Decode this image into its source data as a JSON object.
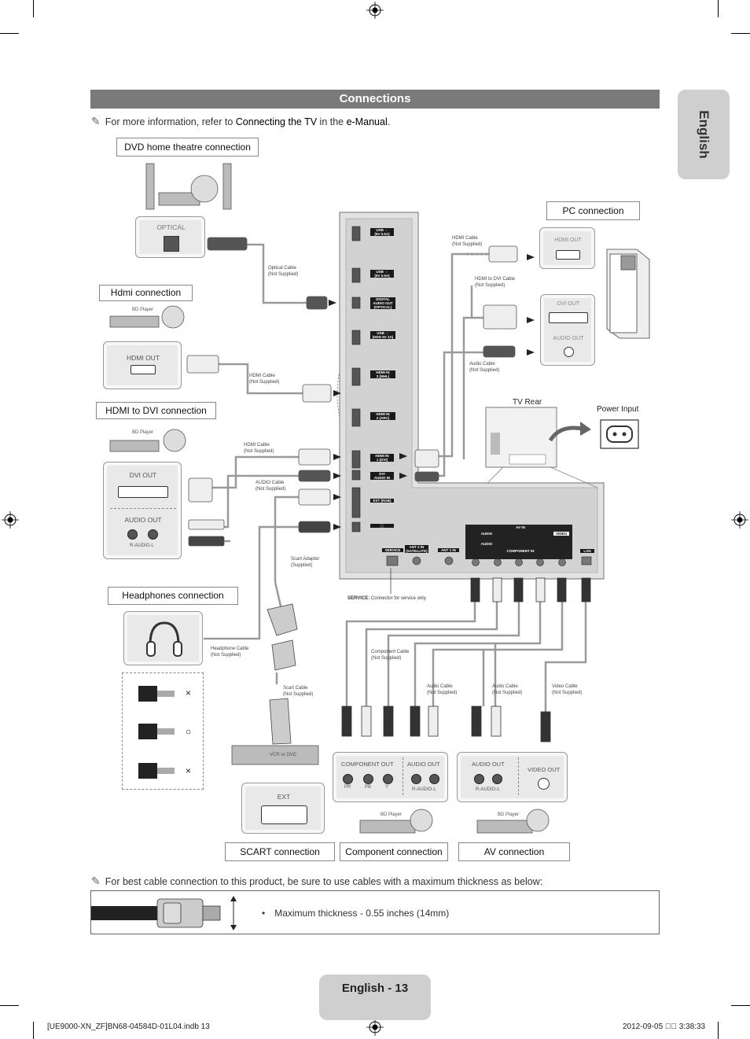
{
  "section_title": "Connections",
  "language_tab": "English",
  "note_top": {
    "prefix": "For more information, refer to ",
    "link": "Connecting the TV",
    "middle": " in the ",
    "manual": "e-Manual",
    "suffix": "."
  },
  "labels": {
    "dvd_home_theatre": "DVD home theatre connection",
    "hdmi_connection": "Hdmi connection",
    "hdmi_to_dvi": "HDMI to DVI connection",
    "headphones": "Headphones connection",
    "pc_connection": "PC connection",
    "scart_connection": "SCART connection",
    "component_connection": "Component connection",
    "av_connection": "AV connection",
    "tv_rear": "TV Rear",
    "power_input": "Power Input"
  },
  "devices": {
    "optical": "OPTICAL",
    "bd_player": "BD Player",
    "hdmi_out": "HDMI OUT",
    "dvi_out": "DVI OUT",
    "audio_out": "AUDIO OUT",
    "r_audio_l": "R-AUDIO-L",
    "pc_hdmi_out": "HDMI OUT",
    "pc_dvi_out": "DVI OUT",
    "pc_audio_out": "AUDIO OUT",
    "vcr_or_dvd": "VCR or DVD",
    "ext": "EXT",
    "component_out": "COMPONENT OUT",
    "video_out": "VIDEO OUT",
    "pr": "PR",
    "pb": "PB",
    "y": "Y"
  },
  "cables": {
    "optical": [
      "Optical Cable",
      "(Not Supplied)"
    ],
    "hdmi1": [
      "HDMI Cable",
      "(Not Supplied)"
    ],
    "hdmi2": [
      "HDMI Cable",
      "(Not Supplied)"
    ],
    "audio1": [
      "AUDIO Cable",
      "(Not Supplied)"
    ],
    "scart_adapter": [
      "Scart Adapter",
      "(Supplied)"
    ],
    "headphone": [
      "Headphone Cable",
      "(Not Supplied)"
    ],
    "scart": [
      "Scart Cable",
      "(Not Supplied)"
    ],
    "pc_hdmi": [
      "HDMI Cable",
      "(Not Supplied)"
    ],
    "pc_hdmi_dvi": [
      "HDMI to DVI Cable",
      "(Not Supplied)"
    ],
    "pc_audio": [
      "Audio Cable",
      "(Not Supplied)"
    ],
    "component": [
      "Component Cable",
      "(Not Supplied)"
    ],
    "comp_audio": [
      "Audio Cable",
      "(Not Supplied)"
    ],
    "av_audio": [
      "Audio Cable",
      "(Not Supplied)"
    ],
    "video": [
      "Video Cable",
      "(Not Supplied)"
    ]
  },
  "tv_ports": {
    "usb1": [
      "USB ⇔",
      "(5V 0.5A)"
    ],
    "usb2": [
      "USB ⇔",
      "(5V 0.5A)"
    ],
    "optical": [
      "DIGITAL",
      "AUDIO OUT",
      "(OPTICAL)"
    ],
    "usb3": [
      "USB ⇔",
      "(HDD 5V 1A)"
    ],
    "hdmi3": [
      "HDMI IN",
      "3 (MHL)"
    ],
    "hdmi2": [
      "HDMI IN",
      "2 (ARC)"
    ],
    "hdmi1": [
      "HDMI IN",
      "1 (DVI)"
    ],
    "dvi_audio": [
      "DVI",
      "AUDIO IN"
    ],
    "ext": [
      "EXT (RGB)"
    ],
    "headphone": [
      "🎧"
    ],
    "service": [
      "SERVICE"
    ],
    "ant2": [
      "ANT 2 IN",
      "(SATELLITE)"
    ],
    "ant1": [
      "ANT 1 IN"
    ],
    "av_in": [
      "AV IN"
    ],
    "audio_r1": [
      "AUDIO"
    ],
    "audio_r2": [
      "AUDIO"
    ],
    "component_in": [
      "COMPONENT IN"
    ],
    "video": [
      "VIDEO"
    ],
    "lan": [
      "LAN"
    ]
  },
  "service_note": {
    "label": "SERVICE:",
    "text": " Connector for service only."
  },
  "headphone_marks": [
    "×",
    "○",
    "×"
  ],
  "note_bottom": "For best cable connection to this product, be sure to use cables with a maximum thickness as below:",
  "max_thickness": "Maximum thickness - 0.55 inches (14mm)",
  "footer": "English - 13",
  "slug_left": "[UE9000-XN_ZF]BN68-04584D-01L04.indb   13",
  "slug_right": "2012-09-05   ￿￿ 3:38:33"
}
